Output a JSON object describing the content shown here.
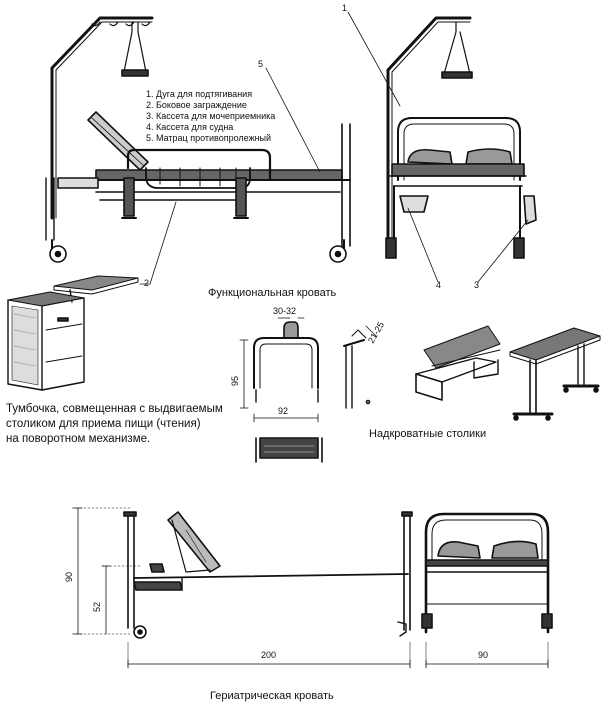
{
  "legend": [
    "1. Дуга для подтягивания",
    "2. Боковое заграждение",
    "3. Кассета для мочеприемника",
    "4. Кассета для судна",
    "5. Матрац противопролежный"
  ],
  "callouts": [
    "1",
    "2",
    "3",
    "4",
    "5"
  ],
  "captions": {
    "functional_bed": "Функциональная кровать",
    "nightstand": [
      "Тумбочка, совмещенная с выдвигаемым",
      "столиком для приема пищи (чтения)",
      "на поворотном механизме."
    ],
    "overbed_tables": "Надкроватные столики",
    "geriatric_bed": "Гериатрическая кровать"
  },
  "dimensions": {
    "table_top": "30-32",
    "table_side": "21-25",
    "table_height": "95",
    "table_width": "92",
    "bed_height": "90",
    "bed_deck_height": "52",
    "bed_length": "200",
    "bed_width": "90"
  }
}
